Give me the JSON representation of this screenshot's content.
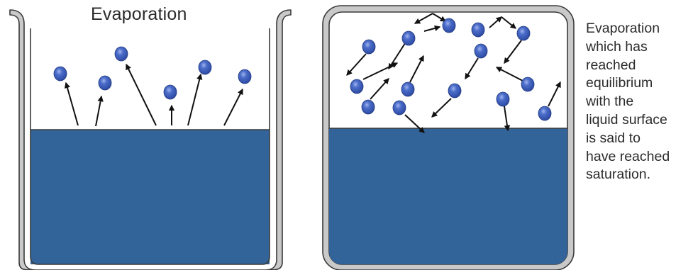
{
  "left_panel": {
    "title": "Evaporation"
  },
  "right_panel": {
    "caption_lines": [
      "Evaporation",
      "which has",
      "reached",
      "equilibrium",
      "with the",
      "liquid surface",
      "is said to",
      "have reached",
      "saturation."
    ]
  },
  "colors": {
    "liquid": "#336499",
    "container_wall": "#c9c9c9",
    "container_outline": "#3a3a3a",
    "molecule": "#3557b5",
    "molecule_highlight": "#7f99e6",
    "arrow": "#111111",
    "text": "#2b2b2b"
  }
}
